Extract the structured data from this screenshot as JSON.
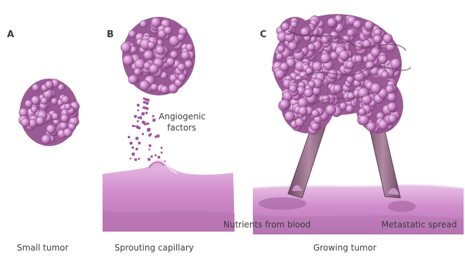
{
  "panels": [
    {
      "letter": "A",
      "caption": "Small tumor"
    },
    {
      "letter": "B",
      "caption": "Sprouting capillary"
    },
    {
      "letter": "C",
      "caption": "Growing tumor"
    }
  ],
  "annotations": {
    "angiogenic_line1": "Angiogenic",
    "angiogenic_line2": "factors",
    "nutrients": "Nutrients from blood",
    "metastatic": "Metastatic spread"
  },
  "colors": {
    "tumor_fill": "#c882c4",
    "tumor_highlight": "#e6b8e4",
    "tumor_shadow": "#8a4a86",
    "tissue": "#d59cd3",
    "tissue_dark": "#a66ca2",
    "vessel": "#9a6a86"
  }
}
